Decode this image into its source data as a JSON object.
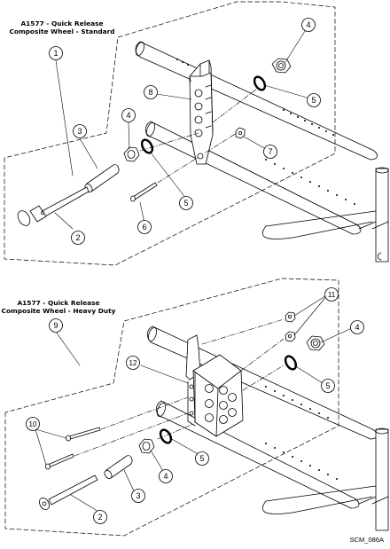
{
  "diagrams": [
    {
      "title_line1": "A1577 - Quick Release",
      "title_line2": "Composite Wheel - Standard",
      "callouts": [
        "1",
        "2",
        "3",
        "4",
        "4",
        "5",
        "5",
        "6",
        "7",
        "8"
      ]
    },
    {
      "title_line1": "A1577 - Quick Release",
      "title_line2": "Composite Wheel - Heavy Duty",
      "callouts": [
        "9",
        "2",
        "3",
        "4",
        "4",
        "5",
        "5",
        "10",
        "11",
        "12"
      ]
    }
  ],
  "figure_ref": "SCM_086A",
  "colors": {
    "line": "#000000",
    "paper": "#ffffff",
    "shade": "#e6e6e6"
  }
}
